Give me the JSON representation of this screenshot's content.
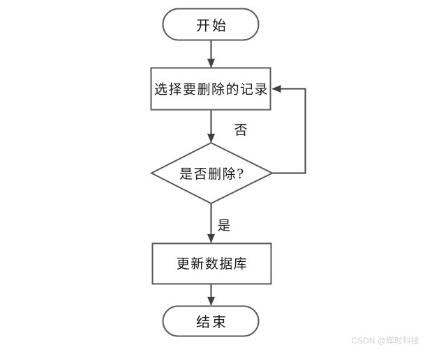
{
  "diagram": {
    "nodes": {
      "start": {
        "label": "开始",
        "type": "terminator"
      },
      "select": {
        "label": "选择要删除的记录",
        "type": "process"
      },
      "decision": {
        "label": "是否删除?",
        "type": "decision"
      },
      "update": {
        "label": "更新数据库",
        "type": "process"
      },
      "end": {
        "label": "结束",
        "type": "terminator"
      }
    },
    "edge_labels": {
      "no": "否",
      "yes": "是"
    },
    "colors": {
      "background": "#ffffff",
      "shape_fill": "#ffffff",
      "shape_stroke": "#595959",
      "arrow": "#404040",
      "text": "#1a1a1a",
      "watermark": "#d3d3d3"
    }
  },
  "watermark": {
    "text": "CSDN @辉时科技"
  }
}
